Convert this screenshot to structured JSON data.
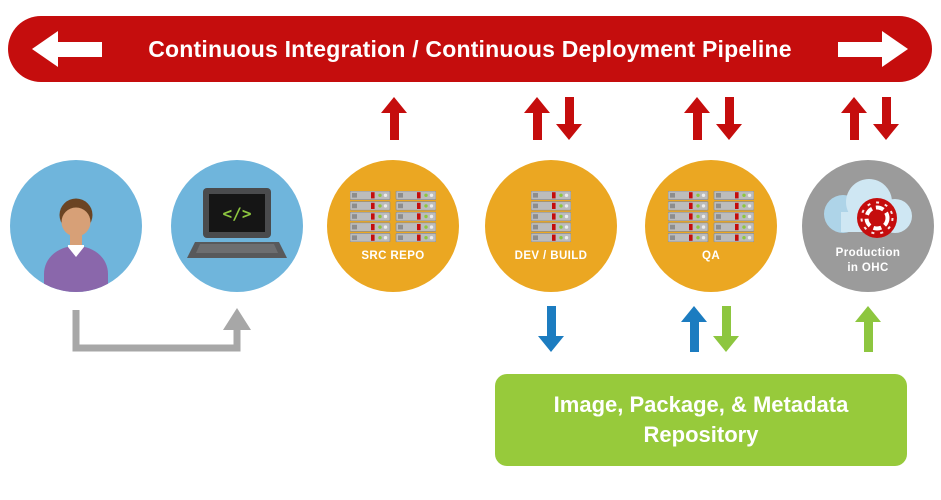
{
  "banner": {
    "label": "Continuous Integration / Continuous Deployment Pipeline"
  },
  "nodes": {
    "developer": {
      "icon": "person-icon"
    },
    "workstation": {
      "icon": "laptop-code-icon",
      "code_glyph": "</>"
    },
    "src_repo": {
      "label": "SRC REPO",
      "icon": "server-stack-icon"
    },
    "dev_build": {
      "label": "DEV / BUILD",
      "icon": "server-stack-icon"
    },
    "qa": {
      "label": "QA",
      "icon": "server-stack-double-icon"
    },
    "production": {
      "label": "Production in OHC",
      "icon": "cloud-openshift-icon"
    }
  },
  "repository": {
    "label": "Image, Package, & Metadata Repository"
  },
  "colors": {
    "banner_red": "#c50d0d",
    "arrow_red": "#c50d0d",
    "arrow_blue": "#1c7cc0",
    "arrow_green": "#8dc63f",
    "circle_blue": "#6fb5dc",
    "circle_gold": "#eba722",
    "circle_gray": "#9b9b9b",
    "repo_green": "#97ca3b",
    "connector_gray": "#a7a7a7"
  }
}
